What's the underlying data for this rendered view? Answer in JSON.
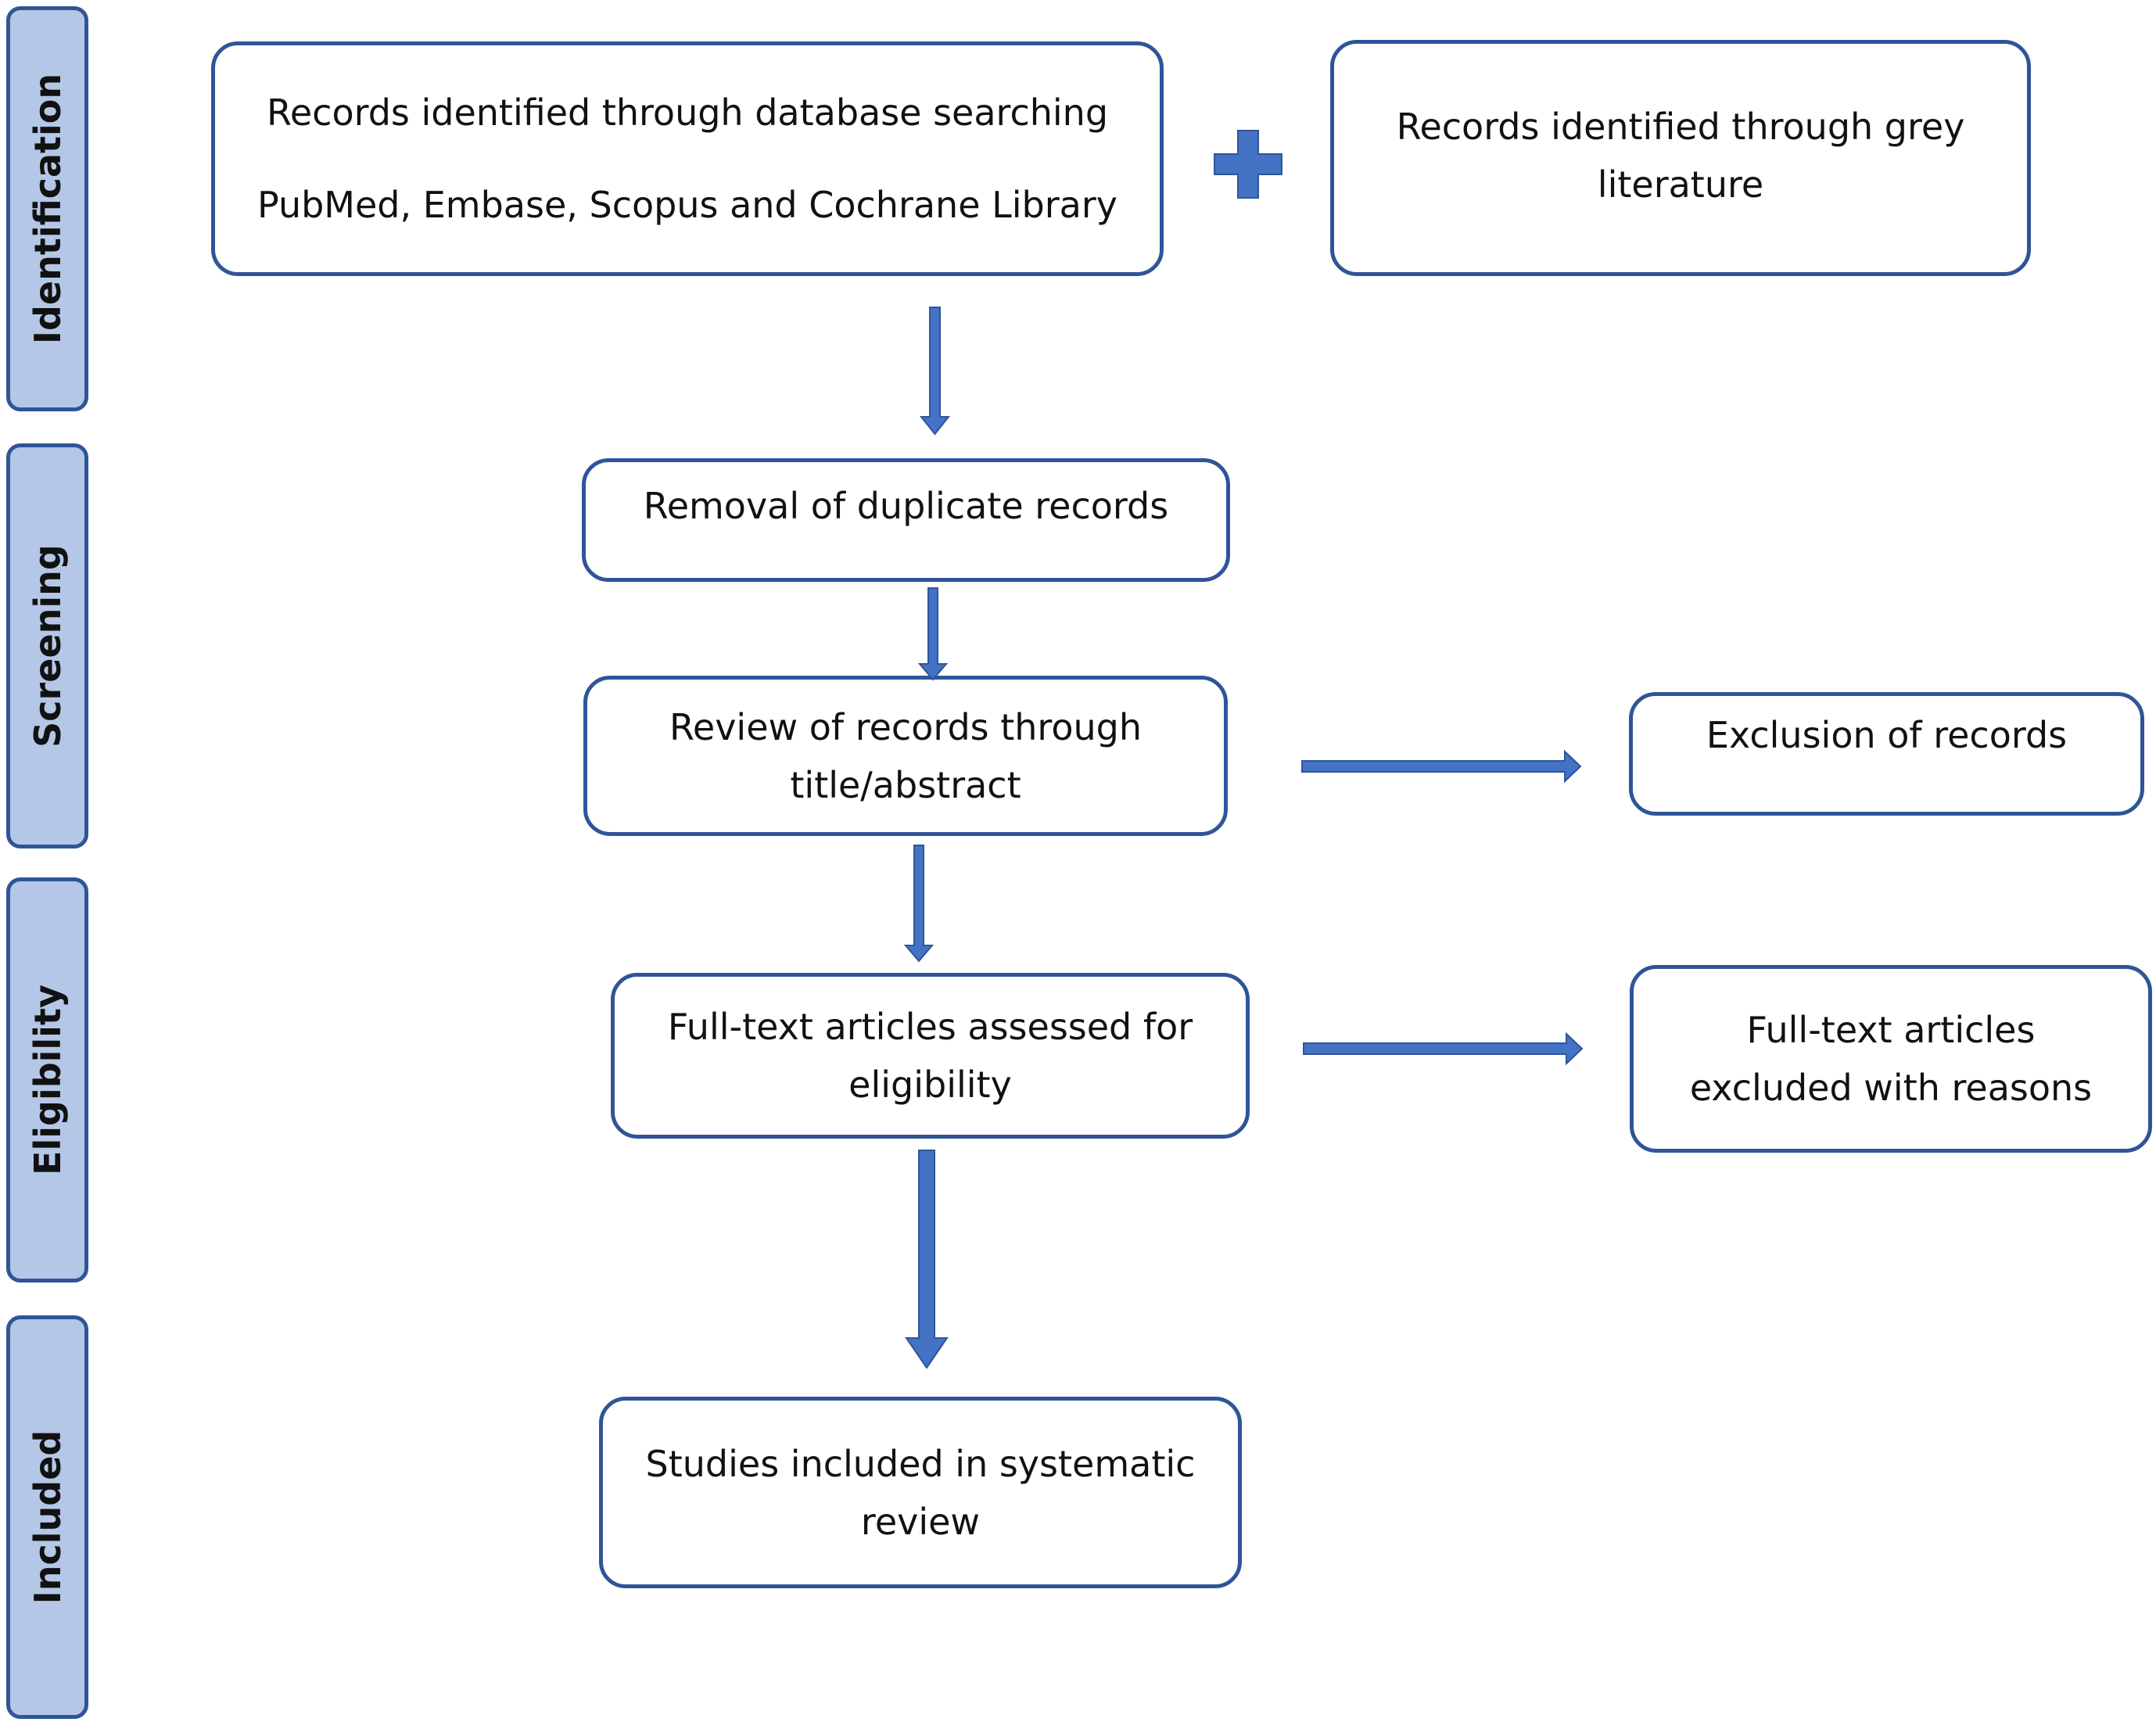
{
  "stages": {
    "identification": "Identification",
    "screening": "Screening",
    "eligibility": "Eligibility",
    "included": "Included"
  },
  "boxes": {
    "database_search": {
      "line1": "Records identified through database searching",
      "line2": "PubMed, Embase, Scopus and Cochrane Library"
    },
    "grey_literature": {
      "line1": "Records identified through grey",
      "line2": "literature"
    },
    "duplicates": {
      "line1": "Removal of duplicate records"
    },
    "title_abstract": {
      "line1": "Review of records through",
      "line2": "title/abstract"
    },
    "exclusion": {
      "line1": "Exclusion of records"
    },
    "full_text": {
      "line1": "Full-text articles assessed for",
      "line2": "eligibility"
    },
    "full_text_excluded": {
      "line1": "Full-text articles",
      "line2": "excluded with reasons"
    },
    "included_studies": {
      "line1": "Studies included in systematic",
      "line2": "review"
    }
  },
  "colors": {
    "accent": "#2f5597",
    "arrow": "#4472c4",
    "stage_fill": "#b4c7e7"
  },
  "icons": {
    "plus": "plus-icon"
  }
}
